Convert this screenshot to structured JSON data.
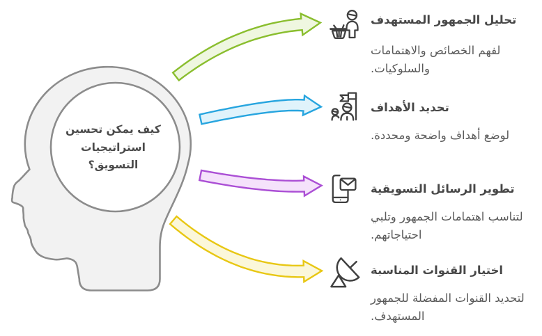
{
  "center": {
    "question": "كيف يمكن تحسين\nاستراتيجيات\nالتسويق؟"
  },
  "items": [
    {
      "title": "تحليل الجمهور المستهدف",
      "description": "لفهم الخصائص والاهتمامات\nوالسلوكيات.",
      "icon": "shopper-basket-icon",
      "arrow_color": "#8abe2e"
    },
    {
      "title": "تحديد الأهداف",
      "description": "لوضع أهداف واضحة ومحددة.",
      "icon": "goal-flag-people-icon",
      "arrow_color": "#27a5df"
    },
    {
      "title": "تطوير الرسائل التسويقية",
      "description": "لتناسب اهتمامات الجمهور وتلبي\nاحتياجاتهم.",
      "icon": "phone-message-icon",
      "arrow_color": "#ab4fd5"
    },
    {
      "title": "اختيار القنوات المناسبة",
      "description": "لتحديد القنوات المفضلة للجمهور\nالمستهدف.",
      "icon": "satellite-dish-icon",
      "arrow_color": "#e8c713"
    }
  ],
  "colors": {
    "background": "#ffffff",
    "head_fill": "#f2f2f2",
    "outline_gray": "#8c8c8c",
    "circle_fill": "#ffffff",
    "center_text": "#4a4a4a",
    "title": "#474747",
    "description": "#5a5a5a",
    "icon": "#404040",
    "arrow1_stroke": "#8abe2e",
    "arrow1_fill": "#eff7e0",
    "arrow2_stroke": "#27a5df",
    "arrow2_fill": "#e0f3fb",
    "arrow3_stroke": "#ab4fd5",
    "arrow3_fill": "#f5e2fb",
    "arrow4_stroke": "#e8c713",
    "arrow4_fill": "#fbf7da"
  }
}
